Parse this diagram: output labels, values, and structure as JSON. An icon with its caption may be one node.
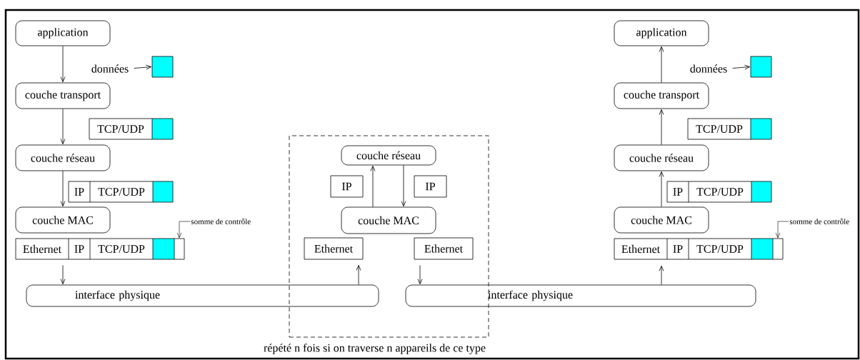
{
  "diagram": {
    "nodes": [
      {
        "text": [
          "application"
        ]
      },
      {
        "text": [
          "données"
        ]
      },
      {
        "text": [],
        "shape": "box"
      },
      {
        "text": [
          "couche transport"
        ]
      },
      {
        "text": [
          "TCP/UDP"
        ]
      },
      {
        "text": [
          "couche réseau"
        ]
      },
      {
        "text": [
          "IP",
          "TCP/UDP"
        ]
      },
      {
        "text": [
          "couche MAC"
        ]
      },
      {
        "text": [
          "somme de contrôle"
        ]
      },
      {
        "text": [
          "Ethernet",
          "IP",
          "TCP/UDP"
        ]
      },
      {
        "text": [
          "répété n fois si on traverse n appareils de ce type"
        ]
      },
      {
        "text": [
          "couche réseau"
        ],
        "in": 10
      },
      {
        "text": [
          "IP"
        ],
        "in": 10
      },
      {
        "text": [
          "IP"
        ],
        "in": 10
      },
      {
        "text": [
          "couche MAC"
        ],
        "in": 10
      },
      {
        "text": [
          "Ethernet"
        ],
        "in": 10
      },
      {
        "text": [
          "Ethernet"
        ],
        "in": 10
      },
      {
        "text": [
          "interface physique"
        ]
      },
      {
        "text": [
          "interface physique"
        ]
      },
      {
        "text": [
          "application"
        ]
      },
      {
        "text": [
          "données"
        ]
      },
      {
        "text": [],
        "shape": "box"
      },
      {
        "text": [
          "couche transport"
        ]
      },
      {
        "text": [
          "TCP/UDP"
        ]
      },
      {
        "text": [
          "couche réseau"
        ]
      },
      {
        "text": [
          "IP",
          "TCP/UDP"
        ]
      },
      {
        "text": [
          "couche MAC"
        ]
      },
      {
        "text": [
          "somme de contrôle"
        ]
      },
      {
        "text": [
          "Ethernet",
          "IP",
          "TCP/UDP"
        ]
      }
    ],
    "edges": [
      {
        "from": 0,
        "to": 3,
        "arrow": "to"
      },
      {
        "from": 3,
        "to": 5,
        "arrow": "to"
      },
      {
        "from": 5,
        "to": 7,
        "arrow": "to"
      },
      {
        "from": 1,
        "to": 2,
        "arrow": "to"
      },
      {
        "from": 8,
        "to": 9,
        "arrow": "to"
      },
      {
        "from": 9,
        "to": 17,
        "arrow": "to"
      },
      {
        "from": 17,
        "to": 15,
        "arrow": "to"
      },
      {
        "from": 14,
        "to": 11,
        "arrow": "to"
      },
      {
        "from": 11,
        "to": 14,
        "arrow": "to"
      },
      {
        "from": 16,
        "to": 18,
        "arrow": "to"
      },
      {
        "from": 18,
        "to": 28,
        "arrow": "to"
      },
      {
        "from": 26,
        "to": 24,
        "arrow": "to"
      },
      {
        "from": 24,
        "to": 22,
        "arrow": "to"
      },
      {
        "from": 22,
        "to": 19,
        "arrow": "to"
      },
      {
        "from": 20,
        "to": 21,
        "arrow": "to"
      },
      {
        "from": 27,
        "to": 28,
        "arrow": "to"
      }
    ]
  }
}
